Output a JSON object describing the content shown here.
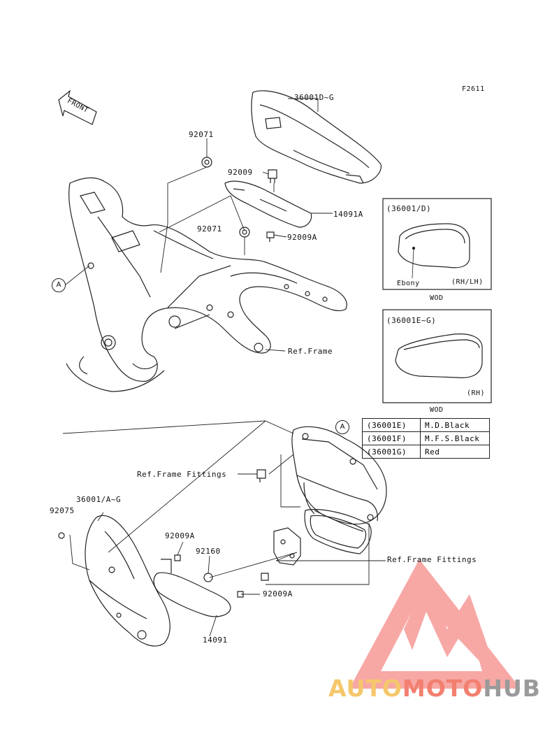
{
  "figure_code": "F2611",
  "front_label": "FRONT",
  "part_labels": {
    "p36001d_g": "36001D~G",
    "p92071_top": "92071",
    "p92009_top": "92009",
    "p14091a": "14091A",
    "p92071_mid": "92071",
    "p92009a_top": "92009A",
    "ref_frame": "Ref.Frame",
    "ref_frame_fittings_1": "Ref.Frame Fittings",
    "p36001a_g": "36001/A~G",
    "p92075": "92075",
    "p92009a_mid": "92009A",
    "p92160": "92160",
    "ref_frame_fittings_2": "Ref.Frame Fittings",
    "p92009a_bot": "92009A",
    "p14091": "14091"
  },
  "callouts": {
    "a_left": "A",
    "a_right": "A"
  },
  "inset_1": {
    "title": "(36001/D)",
    "ebony": "Ebony",
    "side": "(RH/LH)",
    "caption": "WOD"
  },
  "inset_2": {
    "title": "(36001E~G)",
    "side": "(RH)",
    "caption": "WOD"
  },
  "color_table": [
    {
      "code": "(36001E)",
      "color": "M.D.Black"
    },
    {
      "code": "(36001F)",
      "color": "M.F.S.Black"
    },
    {
      "code": "(36001G)",
      "color": "Red"
    }
  ],
  "watermark": {
    "part1": "AUTO",
    "part2": "MOTO",
    "part3": "HUB",
    "color1": "#f5c76b",
    "color2": "#f27f6f",
    "color3": "#9a9a9a"
  }
}
